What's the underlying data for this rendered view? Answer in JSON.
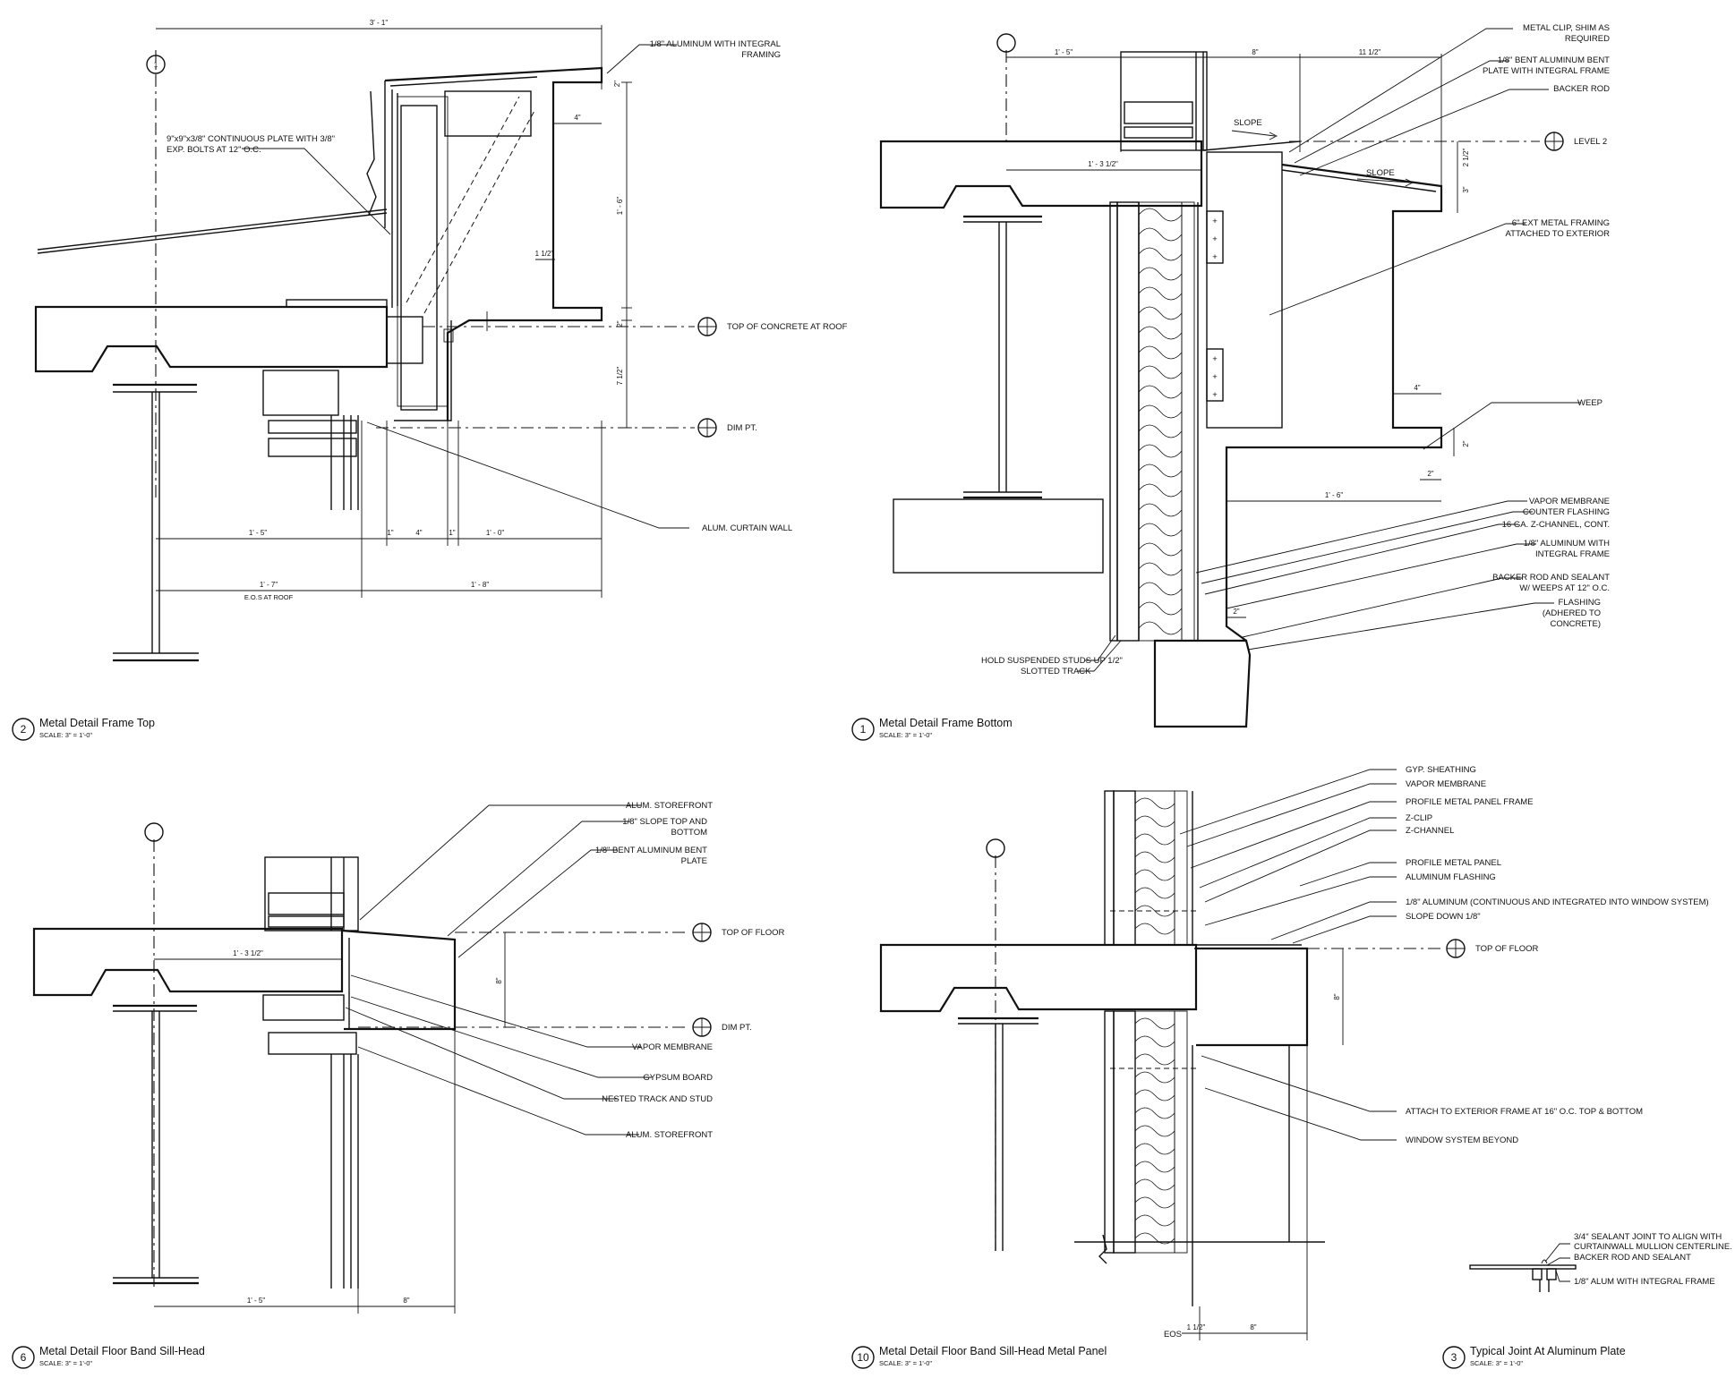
{
  "details": {
    "d2": {
      "number": "2",
      "title": "Metal Detail Frame Top",
      "scale": "SCALE: 3\" = 1'-0\"",
      "labels": {
        "aluminum_framing": [
          "1/8\" ALUMINUM WITH INTEGRAL",
          "FRAMING"
        ],
        "plate": [
          "9\"x9\"x3/8\" CONTINUOUS PLATE WITH 3/8\"",
          "EXP. BOLTS AT 12\" O.C."
        ],
        "top_concrete": "TOP OF CONCRETE AT ROOF",
        "dim_pt": "DIM PT.",
        "curtain_wall": "ALUM. CURTAIN WALL",
        "eos": "E.O.S AT ROOF"
      },
      "dims": {
        "top": "3' - 1\"",
        "d4": "4\"",
        "d1_6": "1' - 6\"",
        "d1_5in": "1 1/2\"",
        "d2": "2\"",
        "d7_5": "7 1/2\"",
        "d1_5": "1' - 5\"",
        "d1a": "1\"",
        "d4b": "4\"",
        "d1b": "1\"",
        "d1_0": "1' - 0\"",
        "d1_7": "1' - 7\"",
        "d1_8": "1' - 8\"",
        "d2b": "2\""
      }
    },
    "d1": {
      "number": "1",
      "title": "Metal Detail Frame Bottom",
      "scale": "SCALE: 3\" = 1'-0\"",
      "labels": {
        "metal_clip": [
          "METAL CLIP, SHIM AS",
          "REQUIRED"
        ],
        "bent_plate": [
          "1/8\" BENT ALUMINUM BENT",
          "PLATE WITH INTEGRAL FRAME"
        ],
        "backer_rod": "BACKER ROD",
        "level2": "LEVEL 2",
        "ext_framing": [
          "6\" EXT METAL FRAMING",
          "ATTACHED TO EXTERIOR"
        ],
        "weep": "WEEP",
        "vapor": "VAPOR MEMBRANE",
        "counter": "COUNTER FLASHING",
        "zchannel": "16 GA. Z-CHANNEL, CONT.",
        "alum_frame": [
          "1/8\" ALUMINUM WITH",
          "INTEGRAL FRAME"
        ],
        "backer_sealant": [
          "BACKER ROD AND SEALANT",
          "W/ WEEPS AT 12\" O.C."
        ],
        "flashing": [
          "FLASHING",
          "(ADHERED TO",
          "CONCRETE)"
        ],
        "hold_studs": "HOLD SUSPENDED STUDS UP 1/2\"",
        "slotted": "SLOTTED TRACK",
        "slope1": "SLOPE",
        "slope2": "SLOPE"
      },
      "dims": {
        "d1_5": "1' - 5\"",
        "d8": "8\"",
        "d11": "11 1/2\"",
        "d1_3": "1' - 3 1/2\"",
        "d2_5": "2 1/2\"",
        "d3": "3\"",
        "d4": "4\"",
        "d2": "2\"",
        "d2b": "2\"",
        "d1_6": "1' - 6\"",
        "d2c": "2\""
      }
    },
    "d6": {
      "number": "6",
      "title": "Metal Detail Floor Band Sill-Head",
      "scale": "SCALE: 3\" = 1'-0\"",
      "labels": {
        "storefront_top": "ALUM. STOREFRONT",
        "slope_tb": [
          "1/8\" SLOPE TOP AND",
          "BOTTOM"
        ],
        "bent_plate": [
          "1/8\" BENT ALUMINUM BENT",
          "PLATE"
        ],
        "top_floor": "TOP OF FLOOR",
        "dim_pt": "DIM PT.",
        "vapor": "VAPOR MEMBRANE",
        "gypsum": "GYPSUM BOARD",
        "nested": "NESTED TRACK AND STUD",
        "storefront_bot": "ALUM. STOREFRONT"
      },
      "dims": {
        "d1_3": "1' - 3 1/2\"",
        "d8": "8\"",
        "d1_5": "1' - 5\"",
        "d8b": "8\""
      }
    },
    "d10": {
      "number": "10",
      "title": "Metal Detail Floor Band Sill-Head Metal Panel",
      "scale": "SCALE: 3\" = 1'-0\"",
      "labels": {
        "gyp": "GYP. SHEATHING",
        "vapor": "VAPOR MEMBRANE",
        "profile_frame": "PROFILE METAL PANEL FRAME",
        "zclip": "Z-CLIP",
        "zchannel": "Z-CHANNEL",
        "profile_panel": "PROFILE METAL PANEL",
        "alum_flashing": "ALUMINUM FLASHING",
        "alum_cont": "1/8\" ALUMINUM (CONTINUOUS AND INTEGRATED INTO WINDOW SYSTEM)",
        "slope_down": "SLOPE DOWN 1/8\"",
        "top_floor": "TOP OF FLOOR",
        "attach": "ATTACH TO EXTERIOR FRAME AT 16\" O.C. TOP & BOTTOM",
        "window": "WINDOW SYSTEM BEYOND",
        "eos": "EOS"
      },
      "dims": {
        "d8": "8\"",
        "d1_5": "1 1/2\"",
        "d8b": "8\""
      }
    },
    "d3": {
      "number": "3",
      "title": "Typical Joint At Aluminum Plate",
      "scale": "SCALE: 3\" = 1'-0\"",
      "labels": {
        "sealant": [
          "3/4\" SEALANT JOINT TO ALIGN WITH",
          "CURTAINWALL MULLION CENTERLINE."
        ],
        "backer": "BACKER ROD AND SEALANT",
        "alum": "1/8\" ALUM WITH INTEGRAL FRAME"
      }
    }
  },
  "grid_bubble": "1"
}
